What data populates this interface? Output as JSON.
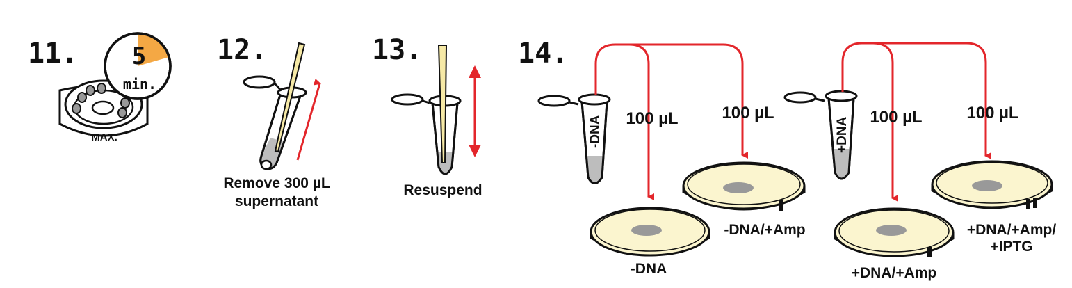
{
  "steps": [
    {
      "number": "11.",
      "timer_value": "5",
      "timer_unit": "min.",
      "setting": "MAX."
    },
    {
      "number": "12.",
      "caption_line1": "Remove 300 µL",
      "caption_line2": "supernatant"
    },
    {
      "number": "13.",
      "caption": "Resuspend"
    },
    {
      "number": "14.",
      "tube_minus": "-DNA",
      "tube_plus": "+DNA",
      "volume": "100 µL",
      "plates": {
        "minus_dna": "-DNA",
        "minus_dna_amp": "-DNA/+Amp",
        "plus_dna_amp": "+DNA/+Amp",
        "plus_dna_amp_iptg_line1": "+DNA/+Amp/",
        "plus_dna_amp_iptg_line2": "+IPTG"
      }
    }
  ],
  "colors": {
    "arrow": "#e3262b",
    "agar": "#fbf5cf",
    "timer": "#f4a844",
    "liquid": "#bdbdbd",
    "pipette": "#f6e9a6"
  }
}
